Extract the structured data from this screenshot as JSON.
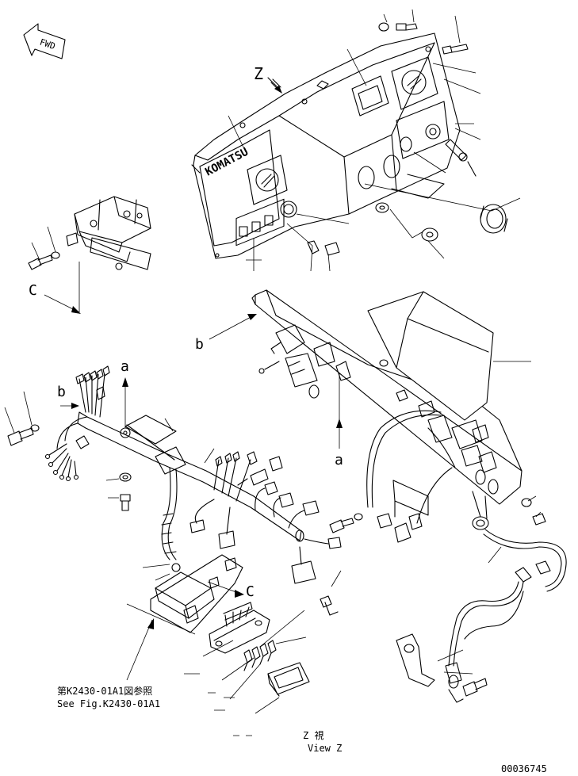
{
  "labels": {
    "fwd": "FWD",
    "view_letter": "Z",
    "callout_b1": "b",
    "callout_b2": "b",
    "callout_a1": "a",
    "callout_a2": "a",
    "callout_c1": "C",
    "callout_c2": "C",
    "brand": "KOMATSU",
    "ref_jp": "第K2430-01A1図参照",
    "ref_en": "See Fig.K2430-01A1",
    "view_jp": "Z  視",
    "view_en": "View Z",
    "drawing_number": "00036745"
  }
}
